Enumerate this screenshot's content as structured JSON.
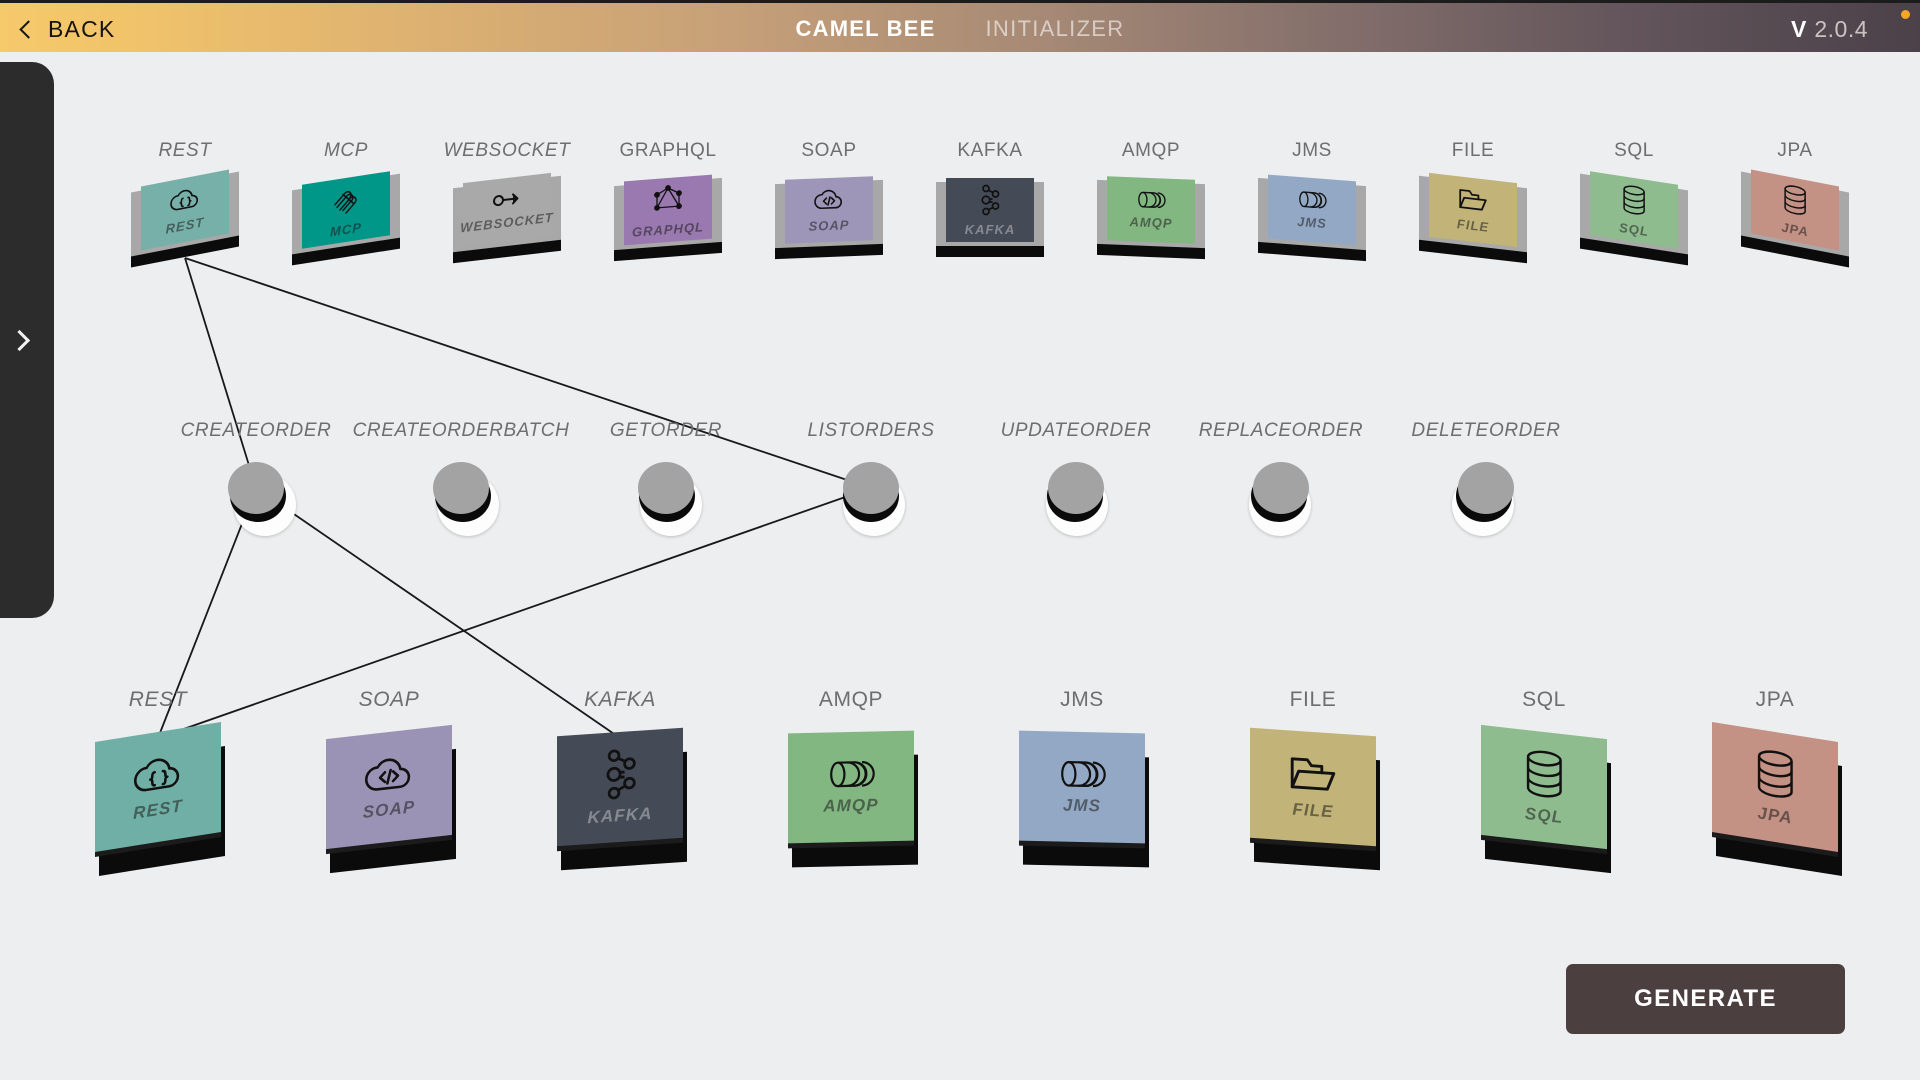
{
  "header": {
    "back_label": "BACK",
    "back_icon": "chevron-left-icon",
    "brand_primary": "CAMEL BEE",
    "brand_secondary": "INITIALIZER",
    "version_prefix": "V",
    "version_number": "2.0.4",
    "gradient_start": "#f6c96b",
    "gradient_end": "#4b4149",
    "accent_dot_color": "#f5a623"
  },
  "sidebar": {
    "expand_icon": "chevron-right-icon",
    "background": "#2c2c2c",
    "collapsed": true
  },
  "canvas": {
    "background": "#eceef0"
  },
  "consumers": {
    "row_label": "consumer-components",
    "items": [
      {
        "label": "REST",
        "tile_label": "REST",
        "icon": "cloud-braces-icon",
        "color": "#76b0a8",
        "dark": false
      },
      {
        "label": "MCP",
        "tile_label": "MCP",
        "icon": "mcp-icon",
        "color": "#009688",
        "dark": false
      },
      {
        "label": "WEBSOCKET",
        "tile_label": "WEBSOCKET",
        "icon": "websocket-icon",
        "color": "#a9a9a9",
        "dark": false
      },
      {
        "label": "GRAPHQL",
        "tile_label": "GRAPHQL",
        "icon": "graphql-icon",
        "color": "#9a79b0",
        "dark": false
      },
      {
        "label": "SOAP",
        "tile_label": "SOAP",
        "icon": "cloud-code-icon",
        "color": "#9d96b8",
        "dark": false
      },
      {
        "label": "KAFKA",
        "tile_label": "KAFKA",
        "icon": "kafka-icon",
        "color": "#454a57",
        "dark": true
      },
      {
        "label": "AMQP",
        "tile_label": "AMQP",
        "icon": "queue-icon",
        "color": "#82b782",
        "dark": false
      },
      {
        "label": "JMS",
        "tile_label": "JMS",
        "icon": "queue-icon",
        "color": "#93a8c4",
        "dark": false
      },
      {
        "label": "FILE",
        "tile_label": "FILE",
        "icon": "folder-icon",
        "color": "#c2b378",
        "dark": false
      },
      {
        "label": "SQL",
        "tile_label": "SQL",
        "icon": "database-icon",
        "color": "#8fbc8f",
        "dark": false
      },
      {
        "label": "JPA",
        "tile_label": "JPA",
        "icon": "database-icon",
        "color": "#c49185",
        "dark": false
      }
    ]
  },
  "routes": {
    "row_label": "route-nodes",
    "items": [
      {
        "label": "CREATEORDER"
      },
      {
        "label": "CREATEORDERBATCH"
      },
      {
        "label": "GETORDER"
      },
      {
        "label": "LISTORDERS"
      },
      {
        "label": "UPDATEORDER"
      },
      {
        "label": "REPLACEORDER"
      },
      {
        "label": "DELETEORDER"
      }
    ]
  },
  "producers": {
    "row_label": "producer-components",
    "items": [
      {
        "label": "REST",
        "tile_label": "REST",
        "icon": "cloud-braces-icon",
        "color": "#70afa5",
        "dark": false
      },
      {
        "label": "SOAP",
        "tile_label": "SOAP",
        "icon": "cloud-code-icon",
        "color": "#9b93b5",
        "dark": false
      },
      {
        "label": "KAFKA",
        "tile_label": "KAFKA",
        "icon": "kafka-icon",
        "color": "#454a57",
        "dark": true
      },
      {
        "label": "AMQP",
        "tile_label": "AMQP",
        "icon": "queue-icon",
        "color": "#82b782",
        "dark": false
      },
      {
        "label": "JMS",
        "tile_label": "JMS",
        "icon": "queue-icon",
        "color": "#93a8c4",
        "dark": false
      },
      {
        "label": "FILE",
        "tile_label": "FILE",
        "icon": "folder-icon",
        "color": "#c2b378",
        "dark": false
      },
      {
        "label": "SQL",
        "tile_label": "SQL",
        "icon": "database-icon",
        "color": "#8fbc8f",
        "dark": false
      },
      {
        "label": "JPA",
        "tile_label": "JPA",
        "icon": "database-icon",
        "color": "#c49185",
        "dark": false
      }
    ]
  },
  "connections": [
    {
      "from": "consumer-REST",
      "to": "route-CREATEORDER"
    },
    {
      "from": "consumer-REST",
      "to": "route-LISTORDERS"
    },
    {
      "from": "route-CREATEORDER",
      "to": "producer-REST"
    },
    {
      "from": "route-CREATEORDER",
      "to": "producer-KAFKA"
    },
    {
      "from": "route-LISTORDERS",
      "to": "producer-REST"
    }
  ],
  "footer": {
    "generate_label": "GENERATE"
  }
}
